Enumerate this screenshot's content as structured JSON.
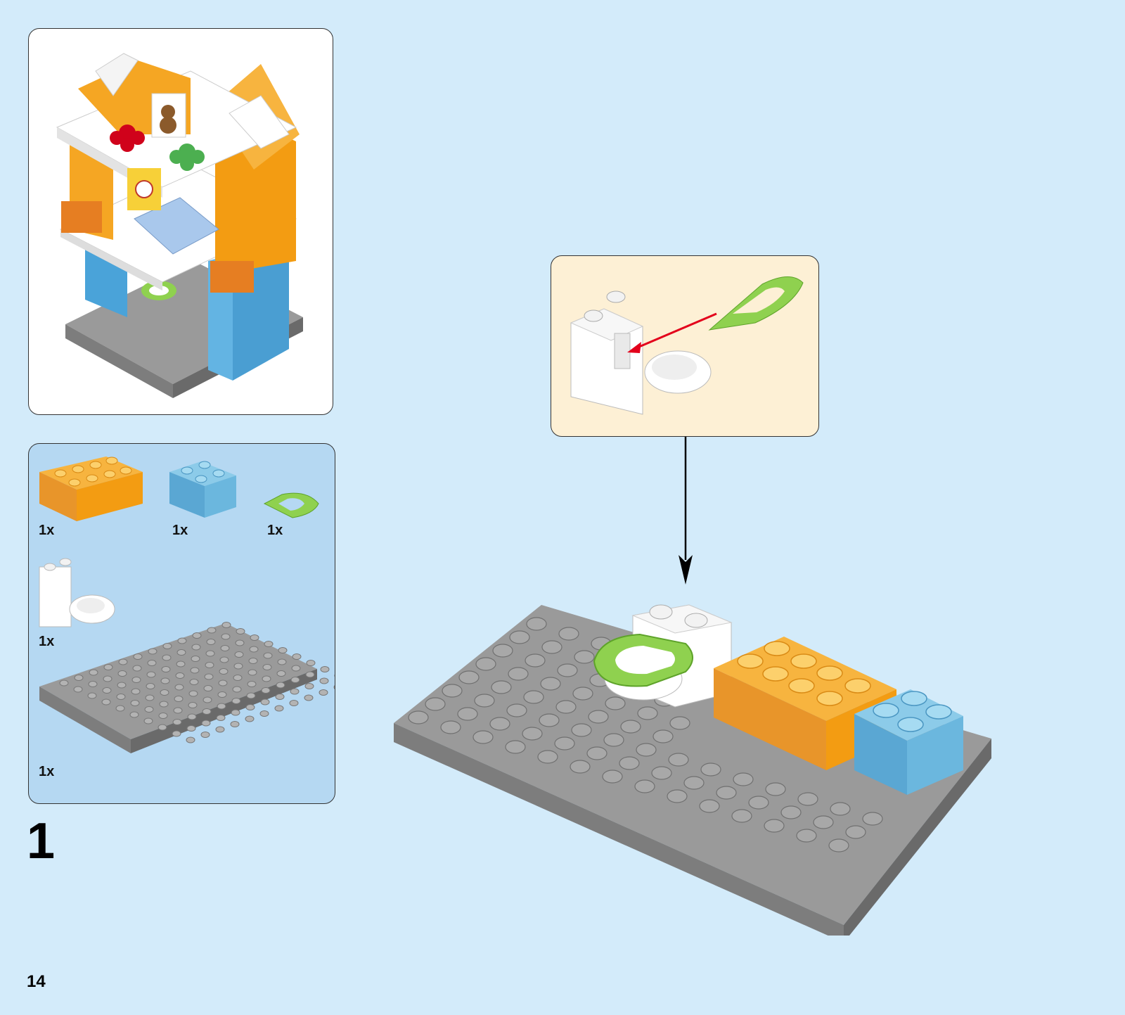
{
  "page": {
    "number": "14",
    "background_color": "#d3ebfa"
  },
  "step": {
    "number": "1"
  },
  "parts_list": {
    "panel_color": "#b5d8f2",
    "items": [
      {
        "name": "orange-2x4-brick",
        "qty": "1x",
        "color": "#f5a623"
      },
      {
        "name": "blue-2x2-brick",
        "qty": "1x",
        "color": "#6bb7de"
      },
      {
        "name": "green-toilet-seat",
        "qty": "1x",
        "color": "#8fd14f"
      },
      {
        "name": "white-toilet",
        "qty": "1x",
        "color": "#ffffff"
      },
      {
        "name": "gray-baseplate",
        "qty": "1x",
        "color": "#8c8c8c"
      }
    ]
  },
  "callout": {
    "panel_color": "#fdf0d5",
    "arrow_color": "#e3001b"
  }
}
